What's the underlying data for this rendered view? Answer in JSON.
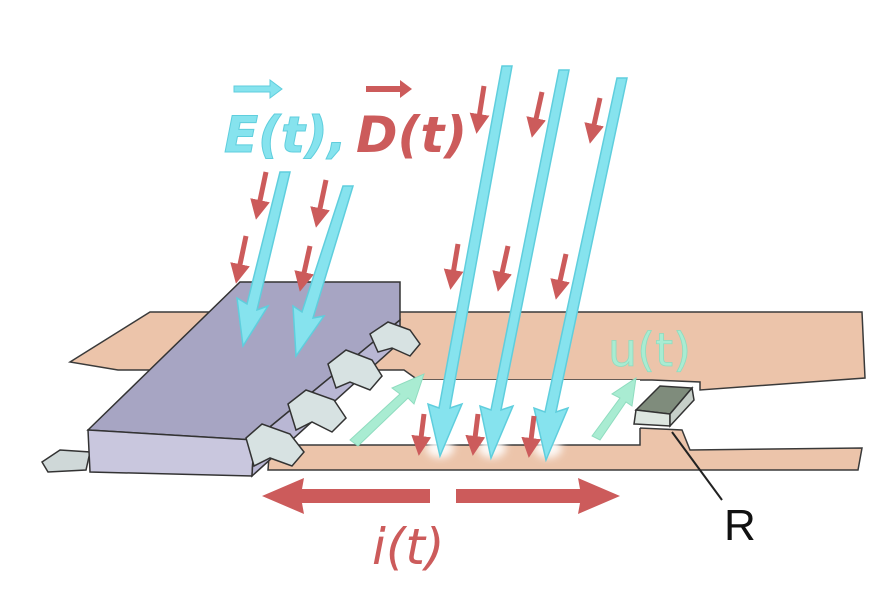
{
  "labels": {
    "e_field": "E(t),",
    "d_field": "D(t)",
    "voltage": "u(t)",
    "resistor": "R",
    "current": "i(t)"
  },
  "colors": {
    "cyan": "#86e3ee",
    "cyan_stroke": "#5fcedd",
    "red": "#cc5b5b",
    "green": "#a9ecd2",
    "trace": "#ecc4aa",
    "chip_top": "#a7a5c3",
    "chip_side": "#c9c7de",
    "resistor_top": "#7f8c7c"
  }
}
